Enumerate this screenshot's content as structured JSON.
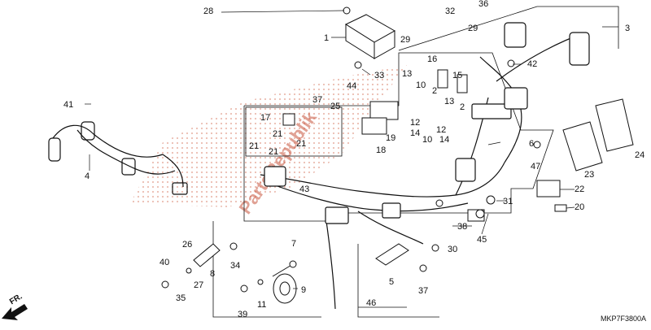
{
  "diagram": {
    "watermark": "PartsRepublik",
    "diagram_code": "MKP7F3800A",
    "direction_label": "FR.",
    "callouts": [
      "1",
      "2",
      "3",
      "4",
      "5",
      "6",
      "7",
      "8",
      "9",
      "10",
      "11",
      "12",
      "13",
      "14",
      "15",
      "16",
      "17",
      "18",
      "19",
      "20",
      "21",
      "22",
      "23",
      "24",
      "25",
      "26",
      "27",
      "28",
      "29",
      "30",
      "31",
      "32",
      "33",
      "34",
      "35",
      "36",
      "37",
      "38",
      "39",
      "40",
      "41",
      "42",
      "43",
      "44",
      "45",
      "46",
      "47"
    ]
  },
  "colors": {
    "line": "#111111",
    "watermark": "#c8553d",
    "dots": "#e2a08f"
  }
}
